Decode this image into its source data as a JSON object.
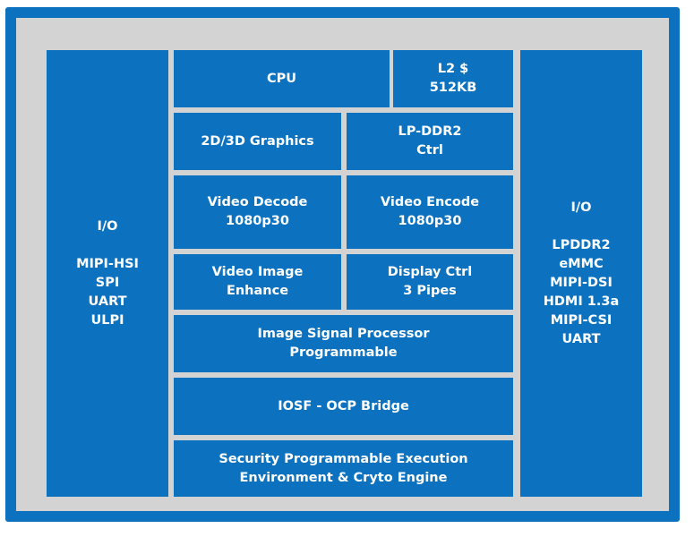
{
  "io_left": {
    "title": "I/O",
    "items": [
      "MIPI-HSI",
      "SPI",
      "UART",
      "ULPI"
    ]
  },
  "io_right": {
    "title": "I/O",
    "items": [
      "LPDDR2",
      "eMMC",
      "MIPI-DSI",
      "HDMI 1.3a",
      "MIPI-CSI",
      "UART"
    ]
  },
  "blocks": {
    "cpu": [
      "CPU"
    ],
    "l2": [
      "L2 $",
      "512KB"
    ],
    "graphics": [
      "2D/3D Graphics"
    ],
    "lpddr2_ctrl": [
      "LP-DDR2",
      "Ctrl"
    ],
    "video_decode": [
      "Video Decode",
      "1080p30"
    ],
    "video_encode": [
      "Video Encode",
      "1080p30"
    ],
    "video_image_enhance": [
      "Video Image",
      "Enhance"
    ],
    "display_ctrl": [
      "Display Ctrl",
      "3 Pipes"
    ],
    "isp": [
      "Image Signal Processor",
      "Programmable"
    ],
    "iosf": [
      "IOSF - OCP Bridge"
    ],
    "security": [
      "Security Programmable Execution",
      "Environment & Cryto Engine"
    ]
  },
  "colors": {
    "block": "#0c72c0",
    "frame": "#d3d3d3",
    "text": "#ffffff"
  }
}
